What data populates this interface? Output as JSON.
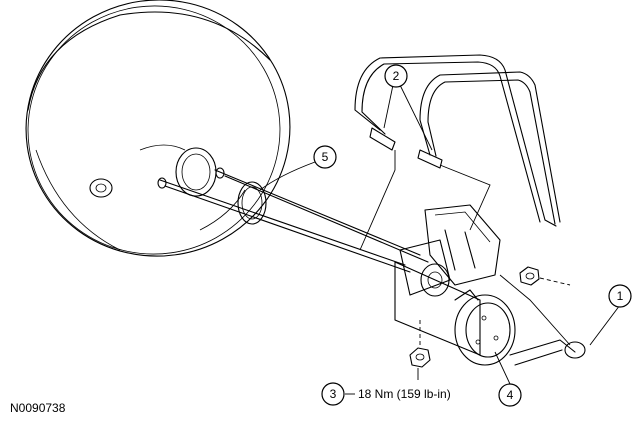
{
  "callouts": [
    {
      "id": "1",
      "label": "1"
    },
    {
      "id": "2",
      "label": "2"
    },
    {
      "id": "3",
      "label": "3"
    },
    {
      "id": "4",
      "label": "4"
    },
    {
      "id": "5",
      "label": "5"
    }
  ],
  "torque_spec": "18 Nm (159 lb-in)",
  "figure_id": "N0090738"
}
